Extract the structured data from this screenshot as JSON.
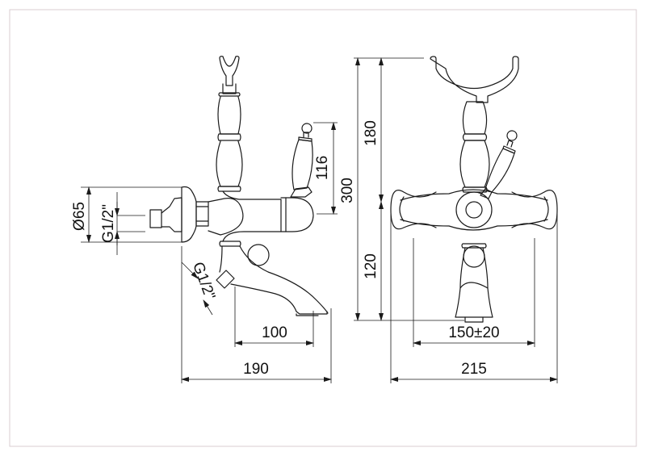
{
  "drawing": {
    "title": "Bath/shower mixer technical drawing",
    "side_view": {
      "dimensions": {
        "flange_diameter": "Ø65",
        "inlet_thread": "G1/2\"",
        "outlet_thread": "G1/2\"",
        "lever_height": "116",
        "spout_projection": "100",
        "total_depth": "190"
      }
    },
    "front_view": {
      "dimensions": {
        "total_height": "300",
        "upper_height": "180",
        "lower_height": "120",
        "centers": "150±20",
        "total_width": "215"
      }
    },
    "colors": {
      "line": "#1a1a1a",
      "frame": "#d9cdd2"
    }
  }
}
